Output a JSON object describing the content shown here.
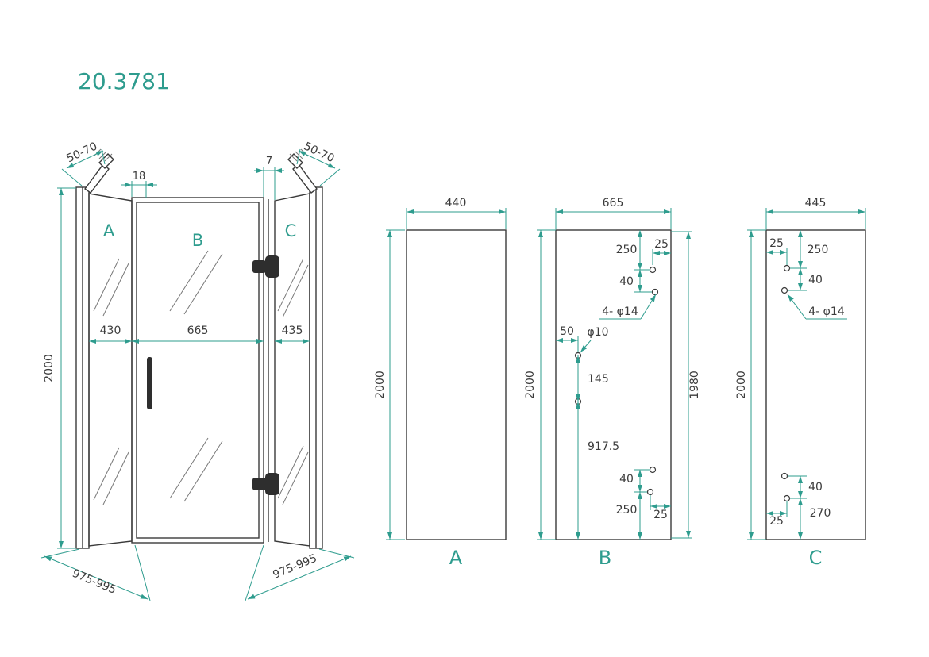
{
  "title": "20.3781",
  "colors": {
    "accent": "#2E9C8E",
    "line": "#3a3a3a",
    "text": "#3c3c3c"
  },
  "front_view": {
    "label_a": "A",
    "label_b": "B",
    "label_c": "C",
    "bracket_left_dim": "50-70",
    "bracket_right_dim": "50-70",
    "top_left_dim": "18",
    "top_right_dim": "7",
    "height_dim": "2000",
    "width_a_dim": "430",
    "width_b_dim": "665",
    "width_c_dim": "435",
    "base_left_dim": "975-995",
    "base_right_dim": "975-995"
  },
  "panel_a": {
    "label": "A",
    "width_dim": "440",
    "height_dim": "2000"
  },
  "panel_b": {
    "label": "B",
    "width_dim": "665",
    "height_left_dim": "2000",
    "height_right_dim": "1980",
    "top_offset_dim": "250",
    "top_edge_dim": "25",
    "top_gap_dim": "40",
    "holes_note_top": "4- φ14",
    "side_offset_dim": "50",
    "hole_dia_note": "φ10",
    "mid_gap_dim": "145",
    "bottom_span_dim": "917.5",
    "bot_gap_dim": "40",
    "bot_offset_dim": "250",
    "bot_edge_dim": "25"
  },
  "panel_c": {
    "label": "C",
    "width_dim": "445",
    "height_dim": "2000",
    "top_edge_dim": "25",
    "top_offset_dim": "250",
    "top_gap_dim": "40",
    "holes_note_top": "4- φ14",
    "bot_gap_dim": "40",
    "bot_offset_dim": "270",
    "bot_edge_dim": "25"
  }
}
